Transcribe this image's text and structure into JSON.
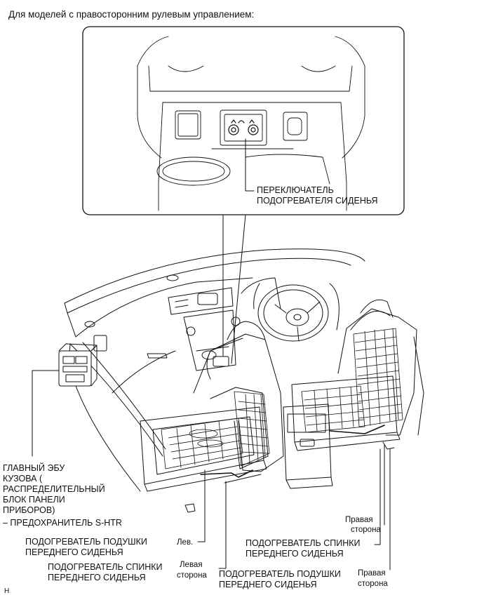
{
  "header": "Для моделей с правосторонним рулевым управлением:",
  "callouts": {
    "switch": [
      "ПЕРЕКЛЮЧАТЕЛЬ",
      "ПОДОГРЕВАТЕЛЯ СИДЕНЬЯ"
    ],
    "ecu": [
      "ГЛАВНЫЙ ЭБУ",
      "КУЗОВА (",
      "РАСПРЕДЕЛИТЕЛЬНЫЙ",
      "БЛОК ПАНЕЛИ",
      "ПРИБОРОВ)",
      "– ПРЕДОХРАНИТЕЛЬ S-HTR"
    ],
    "cushion_left": [
      "ПОДОГРЕВАТЕЛЬ ПОДУШКИ",
      "ПЕРЕДНЕГО СИДЕНЬЯ"
    ],
    "lev": "Лев.",
    "back_left": [
      "ПОДОГРЕВАТЕЛЬ СПИНКИ",
      "ПЕРЕДНЕГО СИДЕНЬЯ"
    ],
    "left_side": [
      "Левая",
      "сторона"
    ],
    "cushion_right": [
      "ПОДОГРЕВАТЕЛЬ ПОДУШКИ",
      "ПЕРЕДНЕГО СИДЕНЬЯ"
    ],
    "right_side_top": [
      "Правая",
      "сторона"
    ],
    "back_right": [
      "ПОДОГРЕВАТЕЛЬ СПИНКИ",
      "ПЕРЕДНЕГО СИДЕНЬЯ"
    ],
    "right_side_bottom": [
      "Правая",
      "сторона"
    ]
  },
  "corner_mark": "H"
}
